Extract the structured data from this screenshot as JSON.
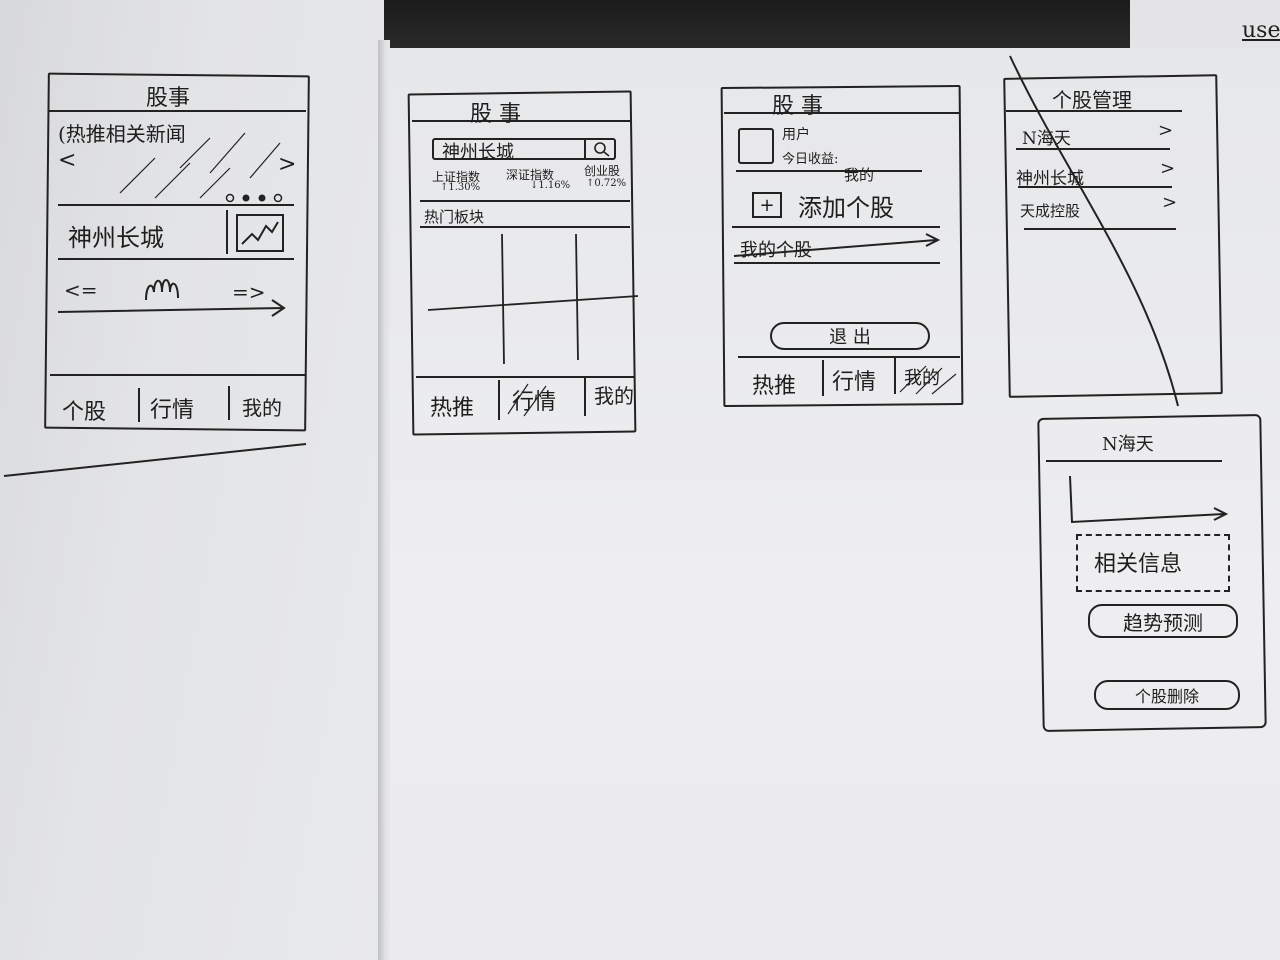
{
  "corner_text": "use",
  "screen1": {
    "title": "股事",
    "banner": "(热推相关新闻",
    "arrow_left": "<",
    "arrow_right": ">",
    "stock_name": "神州长城",
    "swipe_left": "<=",
    "swipe_right": "=>",
    "tabs": [
      "个股",
      "行情",
      "我的"
    ]
  },
  "screen2": {
    "title": "股 事",
    "search_value": "神州长城",
    "indices": [
      {
        "name": "上证指数",
        "change": "↑1.30%"
      },
      {
        "name": "深证指数",
        "change": "↓1.16%"
      },
      {
        "name": "创业股",
        "change": "↑0.72%"
      }
    ],
    "section": "热门板块",
    "tabs": [
      "热推",
      "行情",
      "我的"
    ]
  },
  "screen3": {
    "title": "股 事",
    "username": "用户",
    "today_label": "今日收益:",
    "add_stock": "添加个股",
    "add_stock_note": "我的",
    "my_stocks": "我的个股",
    "logout": "退 出",
    "tabs": [
      "热推",
      "行情",
      "我的"
    ]
  },
  "screen4": {
    "title": "个股管理",
    "items": [
      {
        "label": "N海天",
        "chevron": ">"
      },
      {
        "label": "神州长城",
        "chevron": ">"
      },
      {
        "label": "天成控股",
        "chevron": ">"
      }
    ]
  },
  "screen5": {
    "title": "N海天",
    "info": "相关信息",
    "predict_button": "趋势预测",
    "delete_button": "个股删除"
  }
}
